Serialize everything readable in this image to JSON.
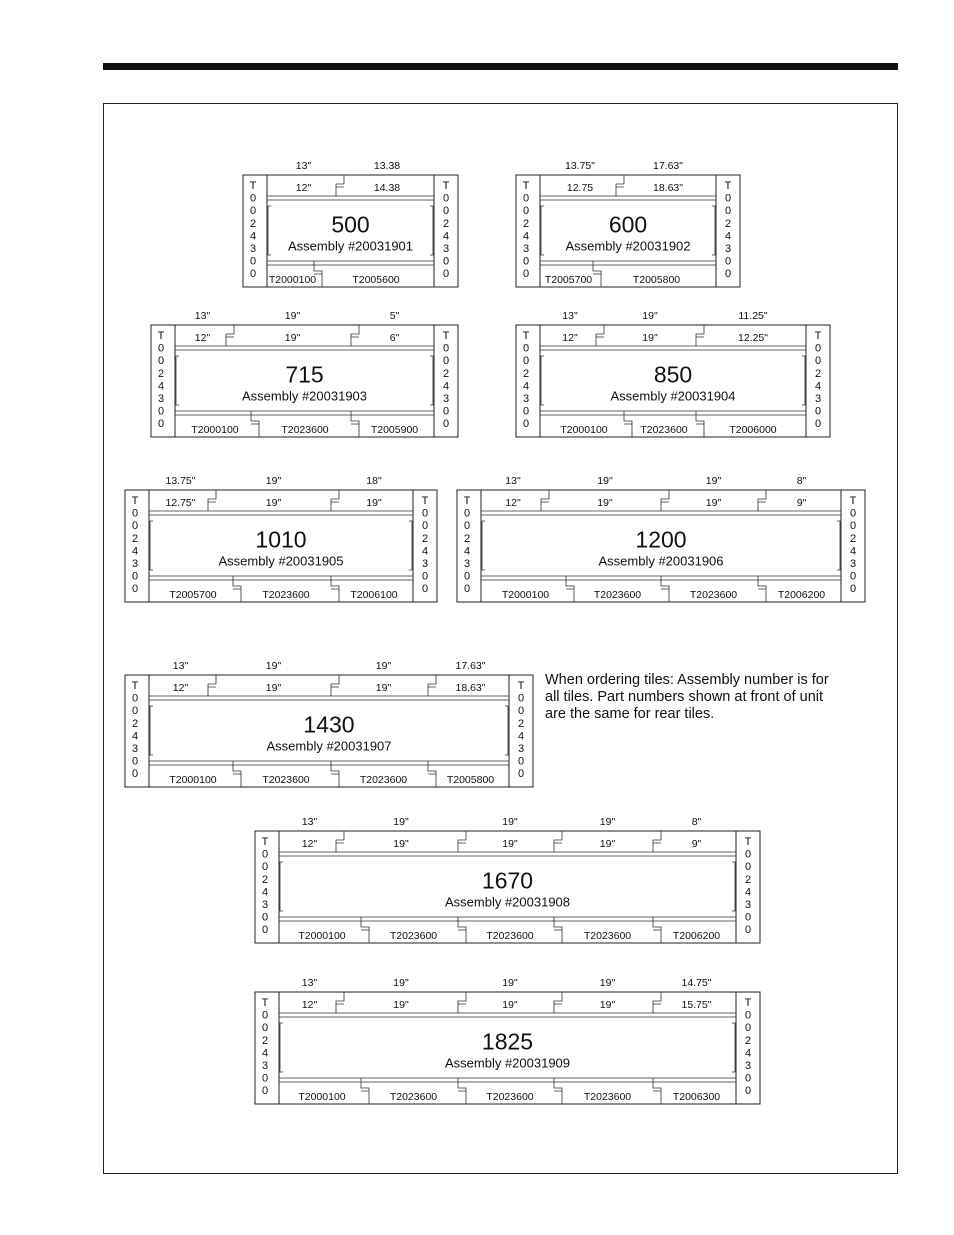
{
  "note": "When ordering tiles: Assembly number is for all tiles. Part numbers shown at front of unit are the same for rear tiles.",
  "side_label": [
    "T",
    "0",
    "0",
    "2",
    "4",
    "3",
    "0",
    "0"
  ],
  "assemblies": [
    {
      "number": "500",
      "assembly": "Assembly #20031901",
      "top_outer": [
        "13\"",
        "13.38"
      ],
      "top_inner": [
        "12\"",
        "14.38"
      ],
      "bottom": [
        "T2000100",
        "T2005600"
      ]
    },
    {
      "number": "600",
      "assembly": "Assembly #20031902",
      "top_outer": [
        "13.75\"",
        "17.63\""
      ],
      "top_inner": [
        "12.75",
        "18.63\""
      ],
      "bottom": [
        "T2005700",
        "T2005800"
      ]
    },
    {
      "number": "715",
      "assembly": "Assembly #20031903",
      "top_outer": [
        "13\"",
        "19\"",
        "5\""
      ],
      "top_inner": [
        "12\"",
        "19\"",
        "6\""
      ],
      "bottom": [
        "T2000100",
        "T2023600",
        "T2005900"
      ]
    },
    {
      "number": "850",
      "assembly": "Assembly #20031904",
      "top_outer": [
        "13\"",
        "19\"",
        "11.25\""
      ],
      "top_inner": [
        "12\"",
        "19\"",
        "12.25\""
      ],
      "bottom": [
        "T2000100",
        "T2023600",
        "T2006000"
      ]
    },
    {
      "number": "1010",
      "assembly": "Assembly #20031905",
      "top_outer": [
        "13.75\"",
        "19\"",
        "18\""
      ],
      "top_inner": [
        "12.75\"",
        "19\"",
        "19\""
      ],
      "bottom": [
        "T2005700",
        "T2023600",
        "T2006100"
      ]
    },
    {
      "number": "1200",
      "assembly": "Assembly #20031906",
      "top_outer": [
        "13\"",
        "19\"",
        "19\"",
        "8\""
      ],
      "top_inner": [
        "12\"",
        "19\"",
        "19\"",
        "9\""
      ],
      "bottom": [
        "T2000100",
        "T2023600",
        "T2023600",
        "T2006200"
      ]
    },
    {
      "number": "1430",
      "assembly": "Assembly #20031907",
      "top_outer": [
        "13\"",
        "19\"",
        "19\"",
        "17.63\""
      ],
      "top_inner": [
        "12\"",
        "19\"",
        "19\"",
        "18.63\""
      ],
      "bottom": [
        "T2000100",
        "T2023600",
        "T2023600",
        "T2005800"
      ]
    },
    {
      "number": "1670",
      "assembly": "Assembly #20031908",
      "top_outer": [
        "13\"",
        "19\"",
        "19\"",
        "19\"",
        "8\""
      ],
      "top_inner": [
        "12\"",
        "19\"",
        "19\"",
        "19\"",
        "9\""
      ],
      "bottom": [
        "T2000100",
        "T2023600",
        "T2023600",
        "T2023600",
        "T2006200"
      ]
    },
    {
      "number": "1825",
      "assembly": "Assembly #20031909",
      "top_outer": [
        "13\"",
        "19\"",
        "19\"",
        "19\"",
        "14.75\""
      ],
      "top_inner": [
        "12\"",
        "19\"",
        "19\"",
        "19\"",
        "15.75\""
      ],
      "bottom": [
        "T2000100",
        "T2023600",
        "T2023600",
        "T2023600",
        "T2006300"
      ]
    }
  ]
}
